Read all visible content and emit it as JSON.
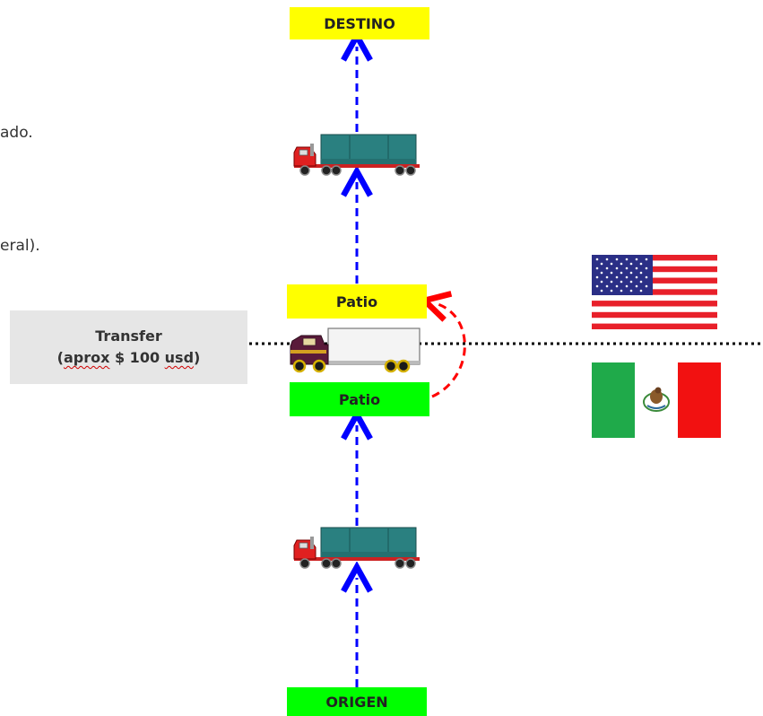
{
  "text_fragments": [
    "ado.",
    "eral)."
  ],
  "boxes": {
    "destino": "DESTINO",
    "patio_us": "Patio",
    "patio_mx": "Patio",
    "origen": "ORIGEN"
  },
  "transfer": {
    "title": "Transfer",
    "line2_open": "(",
    "line2_word": "aprox",
    "line2_mid": " $ 100 ",
    "line2_unit": "usd",
    "line2_close": ")"
  },
  "colors": {
    "yellow_box": "#ffff00",
    "green_box": "#00ff00",
    "transfer_bg": "#e6e6e6",
    "arrow_blue": "#0000ff",
    "arrow_red": "#ff0000",
    "border_line": "#000000"
  },
  "flags": [
    "usa-flag",
    "mexico-flag"
  ]
}
